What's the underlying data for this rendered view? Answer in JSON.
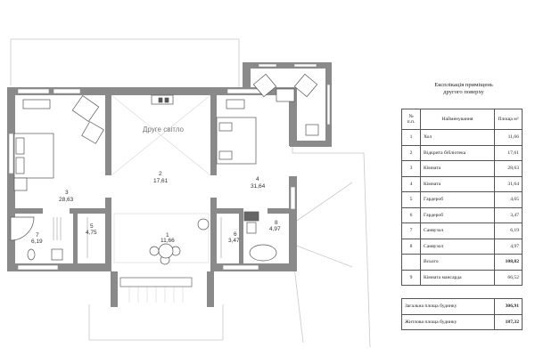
{
  "plan": {
    "skylight_label": "Друге світло",
    "rooms": [
      {
        "num": "1",
        "area": "11,66"
      },
      {
        "num": "2",
        "area": "17,61"
      },
      {
        "num": "3",
        "area": "28,63"
      },
      {
        "num": "4",
        "area": "31,64"
      },
      {
        "num": "5",
        "area": "4,75"
      },
      {
        "num": "6",
        "area": "3,47"
      },
      {
        "num": "7",
        "area": "6,19"
      },
      {
        "num": "8",
        "area": "4,97"
      }
    ]
  },
  "legend": {
    "title_line1": "Експлікація приміщень",
    "title_line2": "другого поверху",
    "header": {
      "num": "№ п.п.",
      "name": "Найменування",
      "area": "Площа м²"
    },
    "rows": [
      {
        "num": "1",
        "name": "Хол",
        "area": "11,66"
      },
      {
        "num": "2",
        "name": "Відкрита бібліотека",
        "area": "17,61"
      },
      {
        "num": "3",
        "name": "Кімната",
        "area": "28,63"
      },
      {
        "num": "4",
        "name": "Кімната",
        "area": "31,64"
      },
      {
        "num": "5",
        "name": "Гардероб",
        "area": "4,65"
      },
      {
        "num": "6",
        "name": "Гардероб",
        "area": "3,47"
      },
      {
        "num": "7",
        "name": "Санвузол",
        "area": "6,19"
      },
      {
        "num": "8",
        "name": "Санвузол",
        "area": "4,97"
      }
    ],
    "total": {
      "label": "Всього",
      "area": "108,82"
    },
    "attic": {
      "num": "9",
      "name": "Кімната мансарда",
      "area": "66,52"
    },
    "summary": [
      {
        "label": "Загальна площа будинку",
        "area": "306,91"
      },
      {
        "label": "Житлова площа будинку",
        "area": "187,32"
      }
    ]
  }
}
